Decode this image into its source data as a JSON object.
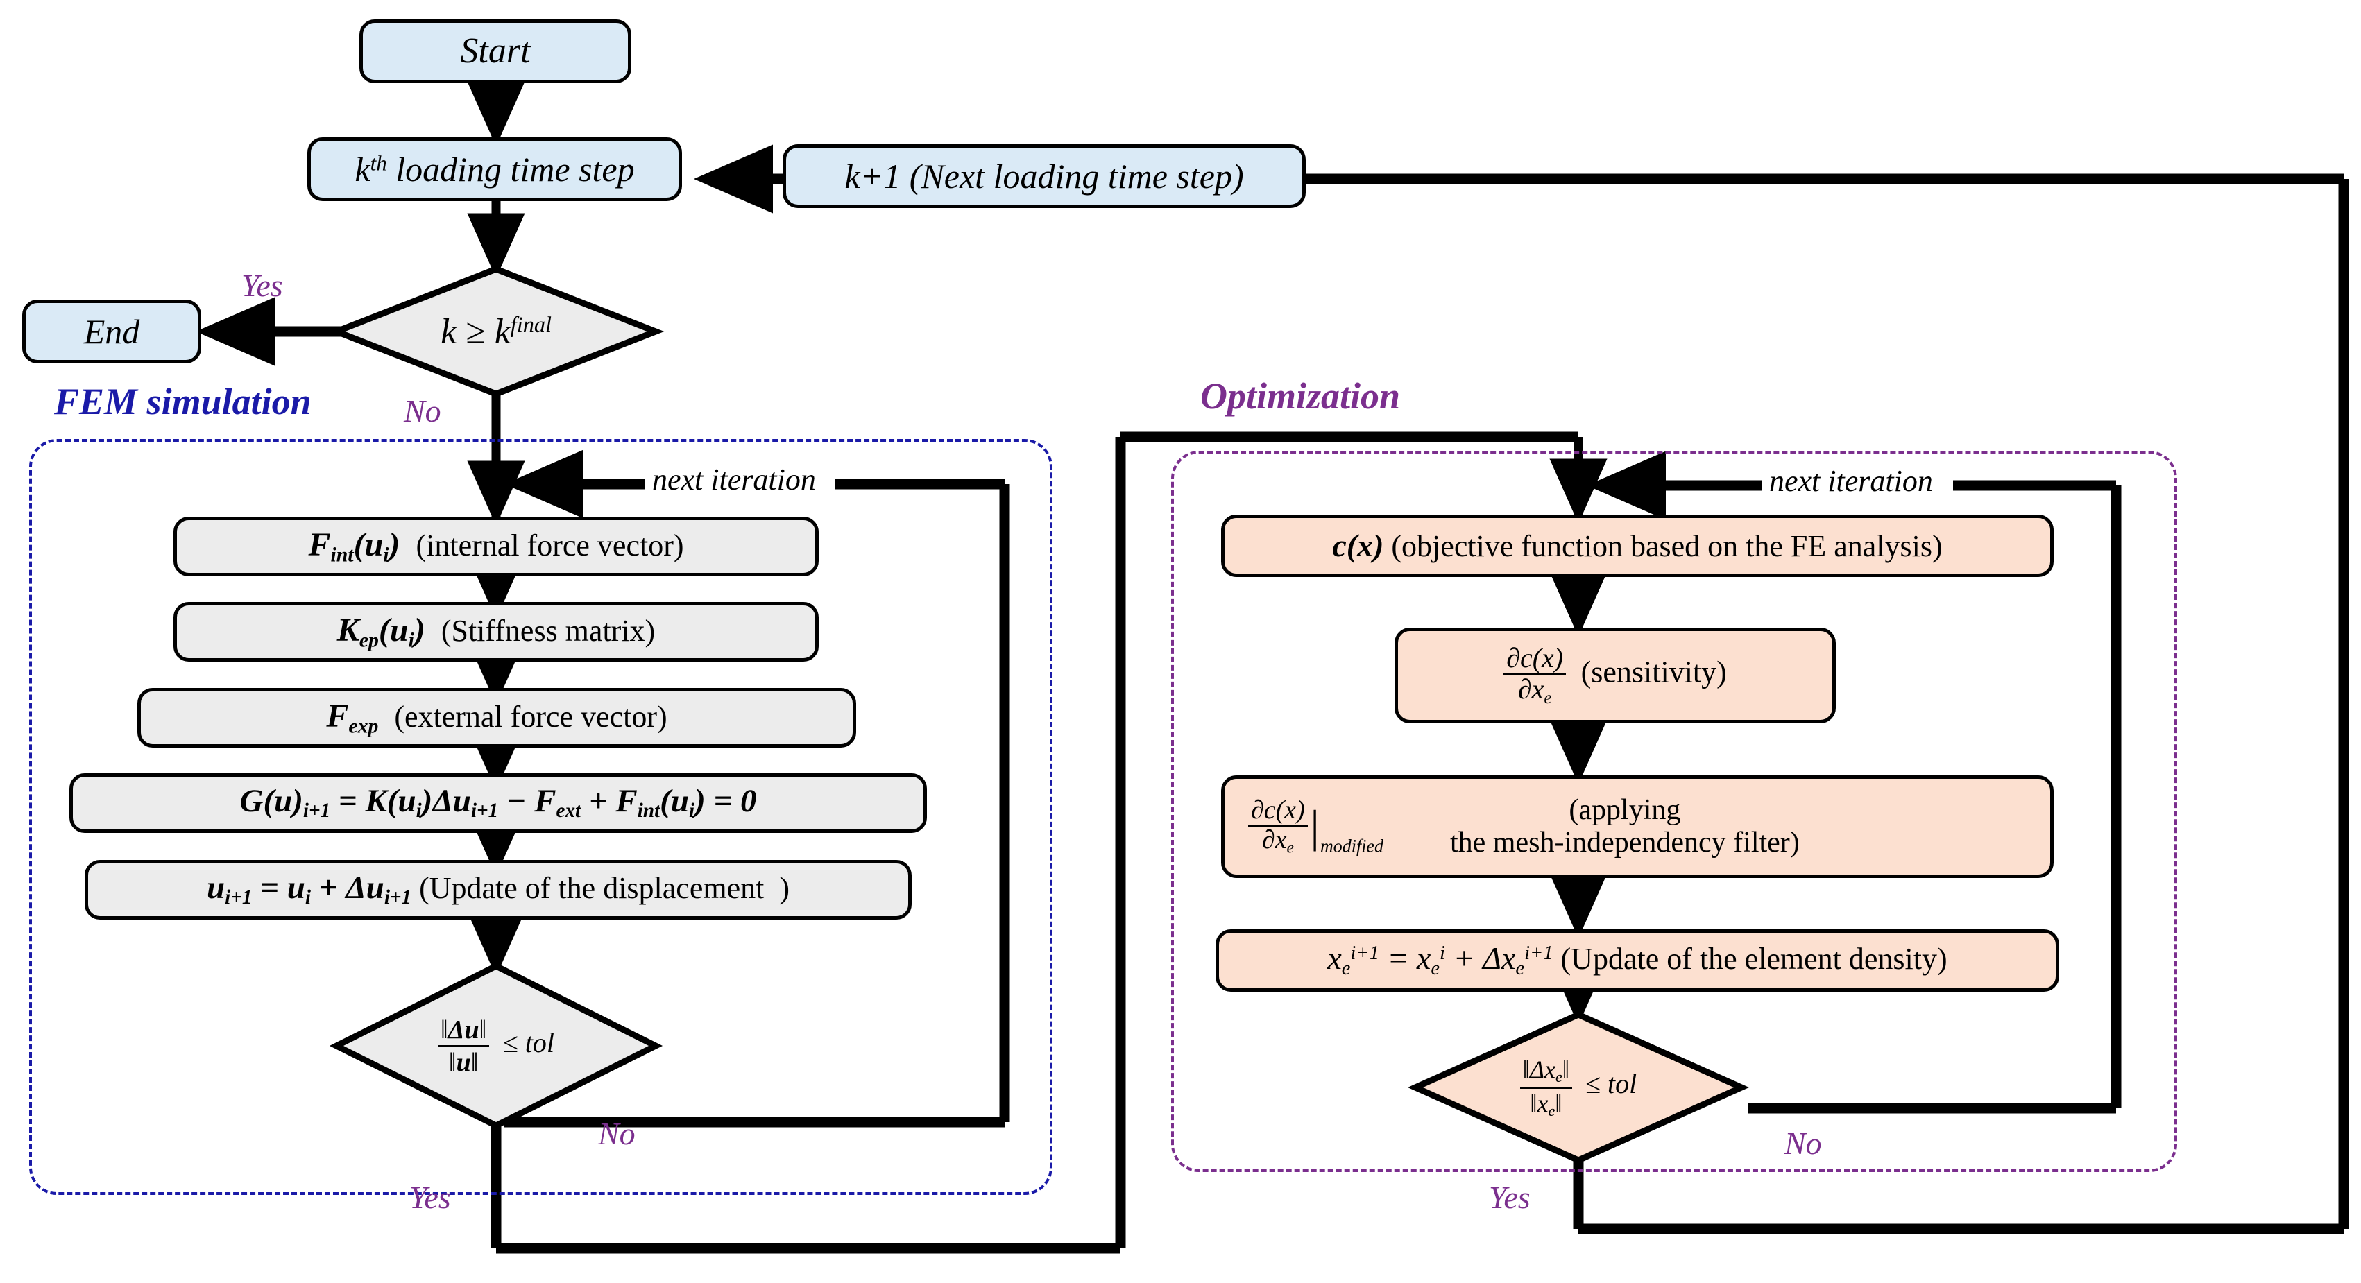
{
  "diagram": {
    "title": "FEM simulation and topology optimization flowchart",
    "colors": {
      "terminal_fill": "#daeaf6",
      "fem_fill": "#ececec",
      "opt_fill": "#fce0d0",
      "fem_panel_border": "#1a1aa8",
      "opt_panel_border": "#7b2f8e",
      "branch_label": "#7b2f8e",
      "stroke": "#000000"
    }
  },
  "nodes": {
    "start": {
      "label": "Start",
      "shape": "rounded-rect",
      "fill": "#daeaf6"
    },
    "loading_step": {
      "label": "k",
      "sup": "th",
      "rest": " loading time step",
      "shape": "rounded-rect",
      "fill": "#daeaf6"
    },
    "next_step": {
      "label": "k+1 (Next loading time step)",
      "shape": "rounded-rect",
      "fill": "#daeaf6"
    },
    "decision_final": {
      "lhs": "k ≥ k",
      "sup": "final",
      "shape": "diamond",
      "fill": "#ececec"
    },
    "end": {
      "label": "End",
      "shape": "rounded-rect",
      "fill": "#daeaf6"
    },
    "fint": {
      "sym": "F",
      "sub": "int",
      "args": "(u",
      "argsub": "i",
      "argclose": ")",
      "desc": "(internal force vector)"
    },
    "kep": {
      "sym": "K",
      "sub": "ep",
      "args": "(u",
      "argsub": "i",
      "argclose": ")",
      "desc": "(Stiffness matrix)"
    },
    "fexp": {
      "sym": "F",
      "sub": "exp",
      "desc": "(external  force vector)"
    },
    "residual": {
      "text": "G(u)i+1 = K(ui)Δui+1 − Fext + Fint(ui) = 0"
    },
    "disp_update": {
      "text": "ui+1 = ui + Δui+1 (Update of the displacement  )"
    },
    "fem_tol": {
      "num": "Δu",
      "den": "u",
      "op": "≤ tol",
      "shape": "diamond",
      "fill": "#ececec"
    },
    "objective": {
      "text": "c(x) (objective function based on the FE analysis)"
    },
    "sensitivity": {
      "num": "∂c(x)",
      "den": "∂x",
      "densub": "e",
      "desc": "(sensitivity)"
    },
    "filter": {
      "num": "∂c(x)",
      "den": "∂x",
      "densub": "e",
      "bar_sub": "modified",
      "desc_line1": "(applying",
      "desc_line2": "the mesh-independency  filter)"
    },
    "density_update": {
      "text": "xei+1 = xei + Δxei+1 (Update of the element density)"
    },
    "opt_tol": {
      "num": "Δx",
      "numsub": "e",
      "den": "x",
      "densub": "e",
      "op": "≤ tol",
      "shape": "diamond",
      "fill": "#fce0d0"
    }
  },
  "panels": {
    "fem": {
      "title": "FEM simulation",
      "title_color": "#1a1aa8",
      "border_color": "#1a1aa8",
      "style": "dashed"
    },
    "optimization": {
      "title": "Optimization",
      "title_color": "#7b2f8e",
      "border_color": "#7b2f8e",
      "style": "dashed"
    }
  },
  "edge_labels": {
    "yes_end": "Yes",
    "no_enter_fem": "No",
    "fem_next_iteration": "next iteration",
    "fem_no": "No",
    "fem_yes": "Yes",
    "opt_next_iteration": "next iteration",
    "opt_no": "No",
    "opt_yes": "Yes"
  }
}
